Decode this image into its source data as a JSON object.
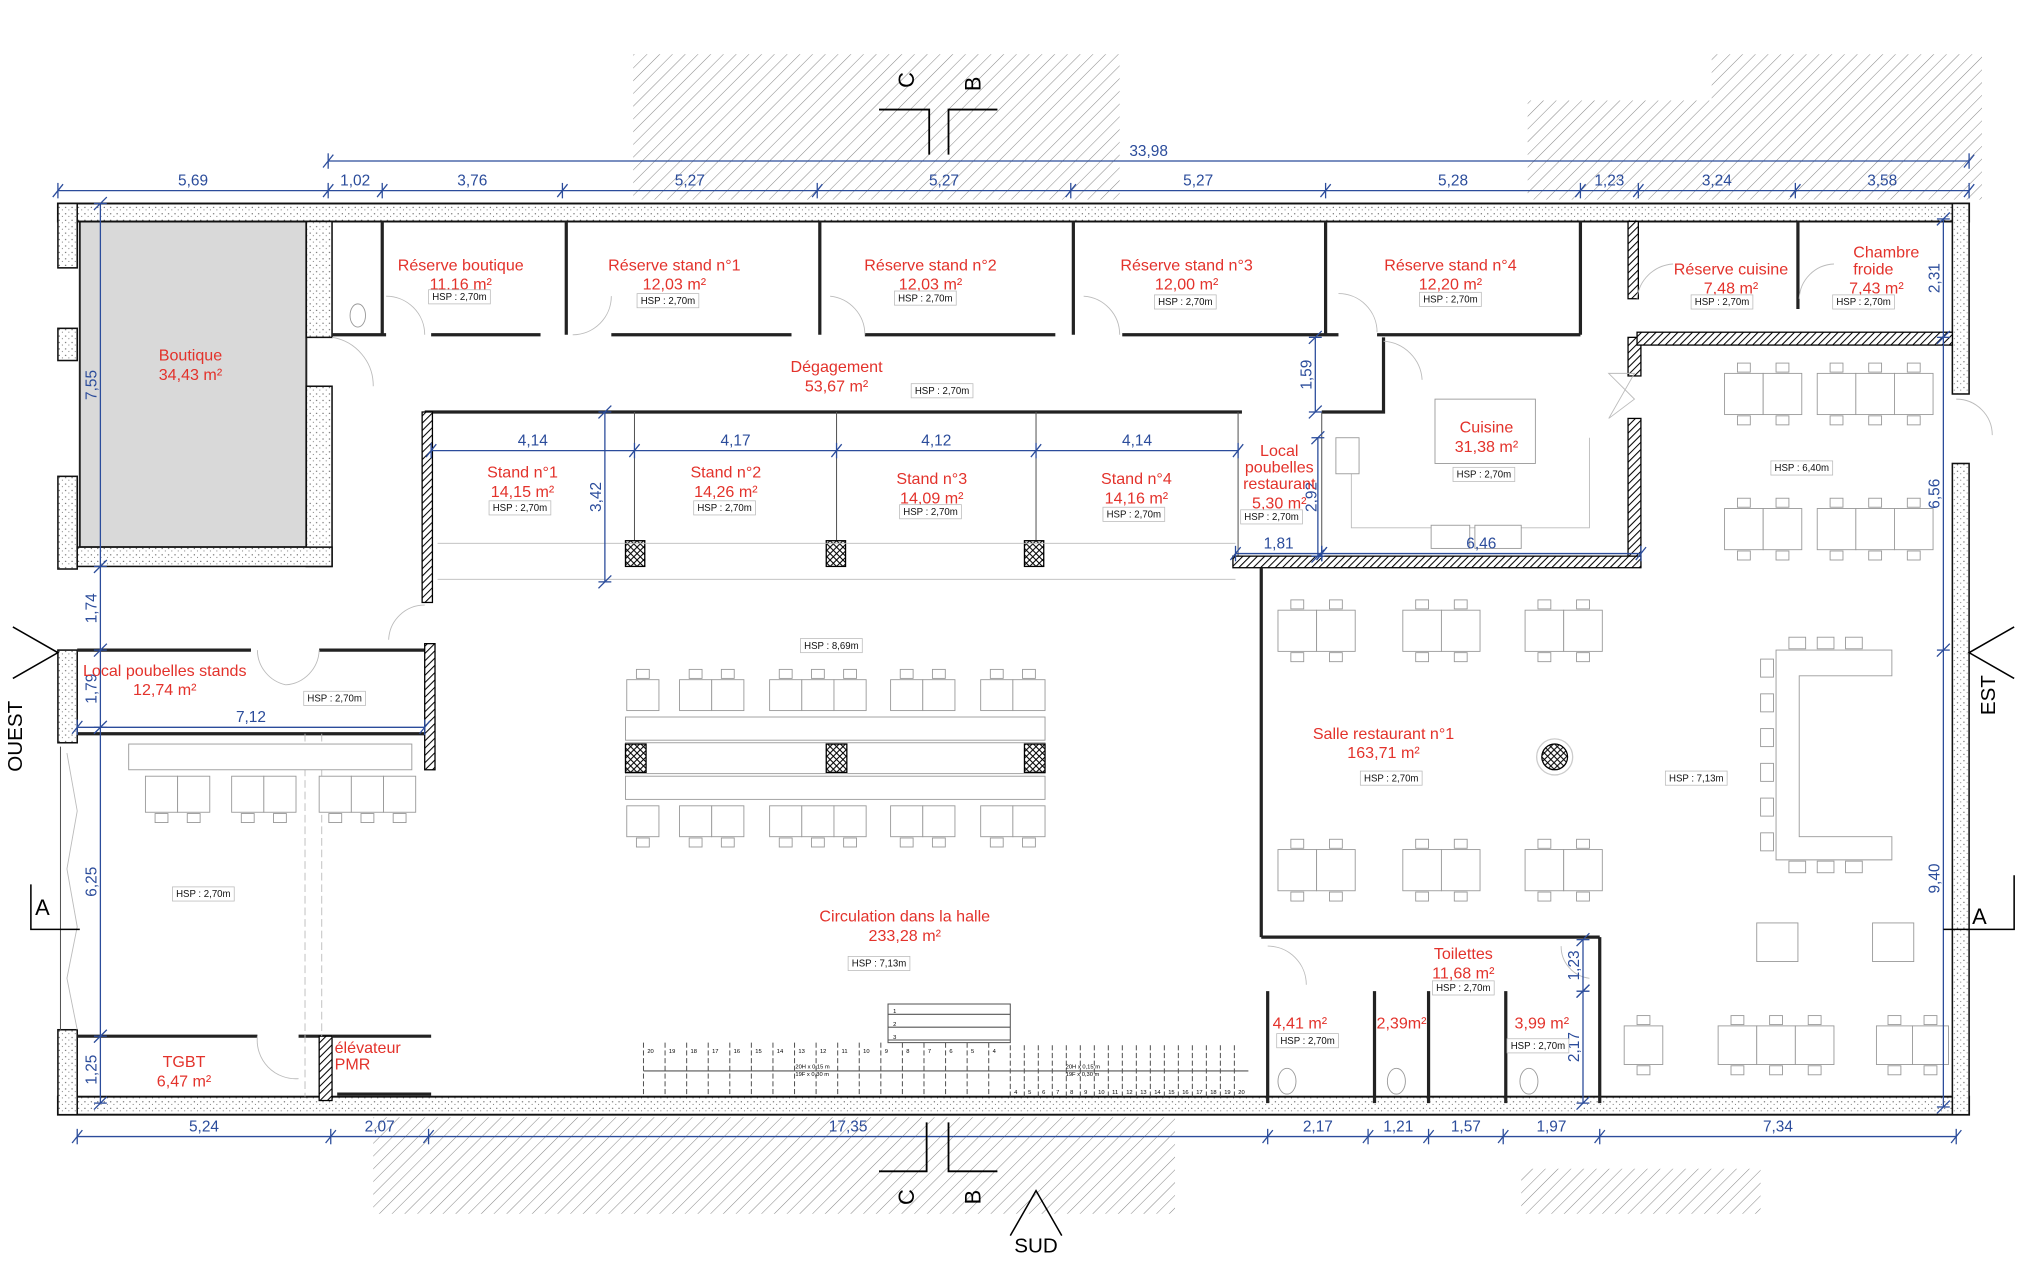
{
  "plan": {
    "rooms": {
      "reserve_boutique": {
        "name": [
          "Réserve boutique"
        ],
        "area": "11,16 m²",
        "hsp": "HSP : 2,70m"
      },
      "reserve_stand_1": {
        "name": [
          "Réserve stand n°1"
        ],
        "area": "12,03 m²",
        "hsp": "HSP : 2,70m"
      },
      "reserve_stand_2": {
        "name": [
          "Réserve stand n°2"
        ],
        "area": "12,03 m²",
        "hsp": "HSP : 2,70m"
      },
      "reserve_stand_3": {
        "name": [
          "Réserve stand n°3"
        ],
        "area": "12,00 m²",
        "hsp": "HSP : 2,70m"
      },
      "reserve_stand_4": {
        "name": [
          "Réserve stand n°4"
        ],
        "area": "12,20 m²",
        "hsp": "HSP : 2,70m"
      },
      "reserve_cuisine": {
        "name": [
          "Réserve cuisine"
        ],
        "area": "7,48 m²",
        "hsp": "HSP : 2,70m"
      },
      "chambre_froide": {
        "name": [
          "Chambre",
          "froide"
        ],
        "area": "7,43 m²",
        "hsp": "HSP : 2,70m"
      },
      "boutique": {
        "name": [
          "Boutique"
        ],
        "area": "34,43 m²"
      },
      "degagement": {
        "name": [
          "Dégagement"
        ],
        "area": "53,67 m²",
        "hsp": "HSP : 2,70m"
      },
      "stand_1": {
        "name": [
          "Stand n°1"
        ],
        "area": "14,15 m²",
        "hsp": "HSP : 2,70m"
      },
      "stand_2": {
        "name": [
          "Stand n°2"
        ],
        "area": "14,26 m²",
        "hsp": "HSP : 2,70m"
      },
      "stand_3": {
        "name": [
          "Stand n°3"
        ],
        "area": "14,09 m²",
        "hsp": "HSP : 2,70m"
      },
      "stand_4": {
        "name": [
          "Stand n°4"
        ],
        "area": "14,16 m²",
        "hsp": "HSP : 2,70m"
      },
      "local_poubelles_restaurant": {
        "name": [
          "Local",
          "poubelles",
          "restaurant"
        ],
        "area": "5,30 m²",
        "hsp": "HSP : 2,70m"
      },
      "cuisine": {
        "name": [
          "Cuisine"
        ],
        "area": "31,38 m²",
        "hsp": "HSP : 2,70m"
      },
      "salle_est": {
        "hsp": "HSP : 6,40m"
      },
      "local_poubelles_stands": {
        "name": [
          "Local poubelles stands"
        ],
        "area": "12,74 m²",
        "hsp": "HSP : 2,70m"
      },
      "halle_tables": {
        "hsp": "HSP : 8,69m"
      },
      "salle_restaurant_1": {
        "name": [
          "Salle restaurant n°1"
        ],
        "area": "163,71 m²",
        "hsp": "HSP : 2,70m"
      },
      "salle_restaurant_est": {
        "hsp": "HSP : 7,13m"
      },
      "circulation_halle": {
        "name": [
          "Circulation dans la halle"
        ],
        "area": "233,28 m²",
        "hsp": "HSP : 7,13m"
      },
      "espace_ouest": {
        "hsp": "HSP : 2,70m"
      },
      "toilettes": {
        "name": [
          "Toilettes"
        ],
        "area": "11,68 m²",
        "hsp": "HSP : 2,70m"
      },
      "wc_1": {
        "area": "4,41 m²",
        "hsp": "HSP : 2,70m"
      },
      "wc_2": {
        "area": "2,39m²"
      },
      "wc_3": {
        "area": "3,99 m²",
        "hsp": "HSP : 2,70m"
      },
      "tgbt": {
        "name": [
          "TGBT"
        ],
        "area": "6,47 m²"
      },
      "elevateur": {
        "name": [
          "élévateur",
          "PMR"
        ]
      }
    },
    "dims": {
      "overall": "33,98",
      "top": [
        "5,69",
        "1,02",
        "3,76",
        "5,27",
        "5,27",
        "5,27",
        "5,28",
        "1,23",
        "3,24",
        "3,58"
      ],
      "bottom": [
        "5,24",
        "2,07",
        "17,35",
        "2,17",
        "1,21",
        "1,57",
        "1,97",
        "7,34"
      ],
      "left": [
        "7,55",
        "1,74",
        "1,79",
        "6,25",
        "1,25"
      ],
      "right": [
        "2,31",
        "6,56",
        "9,40"
      ],
      "stands": [
        "4,14",
        "4,17",
        "4,12",
        "4,14"
      ],
      "stand_depth": "3,42",
      "degagement_width": "1,59",
      "poubelles_depth": "2,92",
      "poubelles_width": "1,81",
      "cuisine_width": "6,46",
      "local_stands_width": "7,12",
      "toilettes_hall": "1,23",
      "toilettes_depth": "2,17"
    },
    "orientation": {
      "west": "OUEST",
      "east": "EST",
      "south": "SUD"
    },
    "sections": {
      "a": "A",
      "b": "B",
      "c": "C"
    },
    "stair": {
      "spec_rise": "20H x 0,15 m",
      "spec_run": "19F x 0,30 m",
      "steps_left": [
        "20",
        "19",
        "18",
        "17",
        "16",
        "15",
        "14",
        "13",
        "12",
        "11",
        "10",
        "9",
        "8",
        "7",
        "6",
        "5",
        "4"
      ],
      "steps_right": [
        "4",
        "5",
        "6",
        "7",
        "8",
        "9",
        "10",
        "11",
        "12",
        "13",
        "14",
        "15",
        "16",
        "17",
        "18",
        "19",
        "20"
      ],
      "steps_top": [
        "1",
        "2",
        "3"
      ]
    }
  }
}
